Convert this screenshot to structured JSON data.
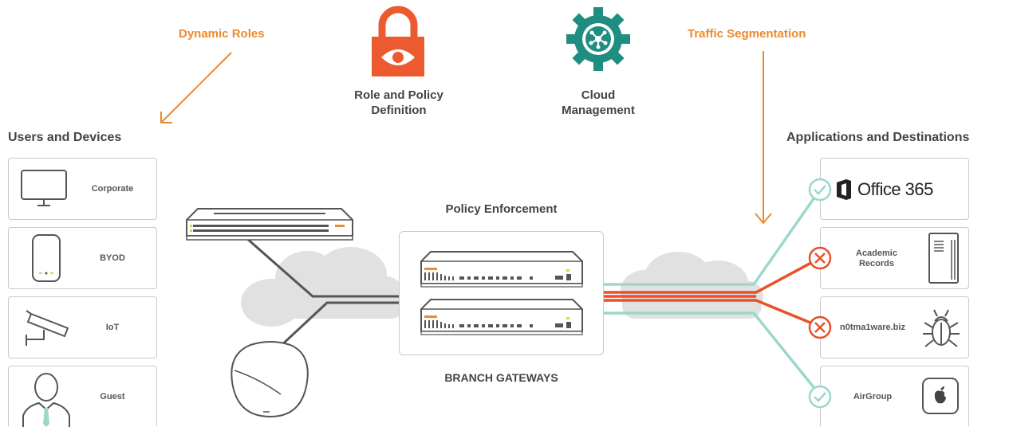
{
  "annotations": {
    "dynamic_roles": "Dynamic Roles",
    "traffic_segmentation": "Traffic Segmentation"
  },
  "top_icons": {
    "role_policy_line1": "Role and Policy",
    "role_policy_line2": "Definition",
    "cloud_line1": "Cloud",
    "cloud_line2": "Management"
  },
  "users_devices": {
    "title": "Users and Devices",
    "items": [
      {
        "label": "Corporate",
        "icon": "monitor-icon"
      },
      {
        "label": "BYOD",
        "icon": "tablet-icon"
      },
      {
        "label": "IoT",
        "icon": "security-camera-icon"
      },
      {
        "label": "Guest",
        "icon": "person-icon"
      }
    ]
  },
  "center": {
    "policy_enforcement": "Policy Enforcement",
    "branch_gateways": "BRANCH GATEWAYS"
  },
  "apps": {
    "title": "Applications and Destinations",
    "items": [
      {
        "label": "Office 365",
        "status": "allowed",
        "icon": "office-logo-icon"
      },
      {
        "label_line1": "Academic",
        "label_line2": "Records",
        "status": "blocked",
        "icon": "server-icon"
      },
      {
        "label": "n0tma1ware.biz",
        "status": "blocked",
        "icon": "bug-icon"
      },
      {
        "label": "AirGroup",
        "status": "allowed",
        "icon": "apple-tv-icon"
      }
    ]
  },
  "colors": {
    "orange": "#ec8a2c",
    "teal": "#9dd7cc",
    "red": "#e8512a",
    "padlock": "#ec5b2f",
    "gear": "#1f8e80",
    "cloud": "#e1e1e1"
  }
}
